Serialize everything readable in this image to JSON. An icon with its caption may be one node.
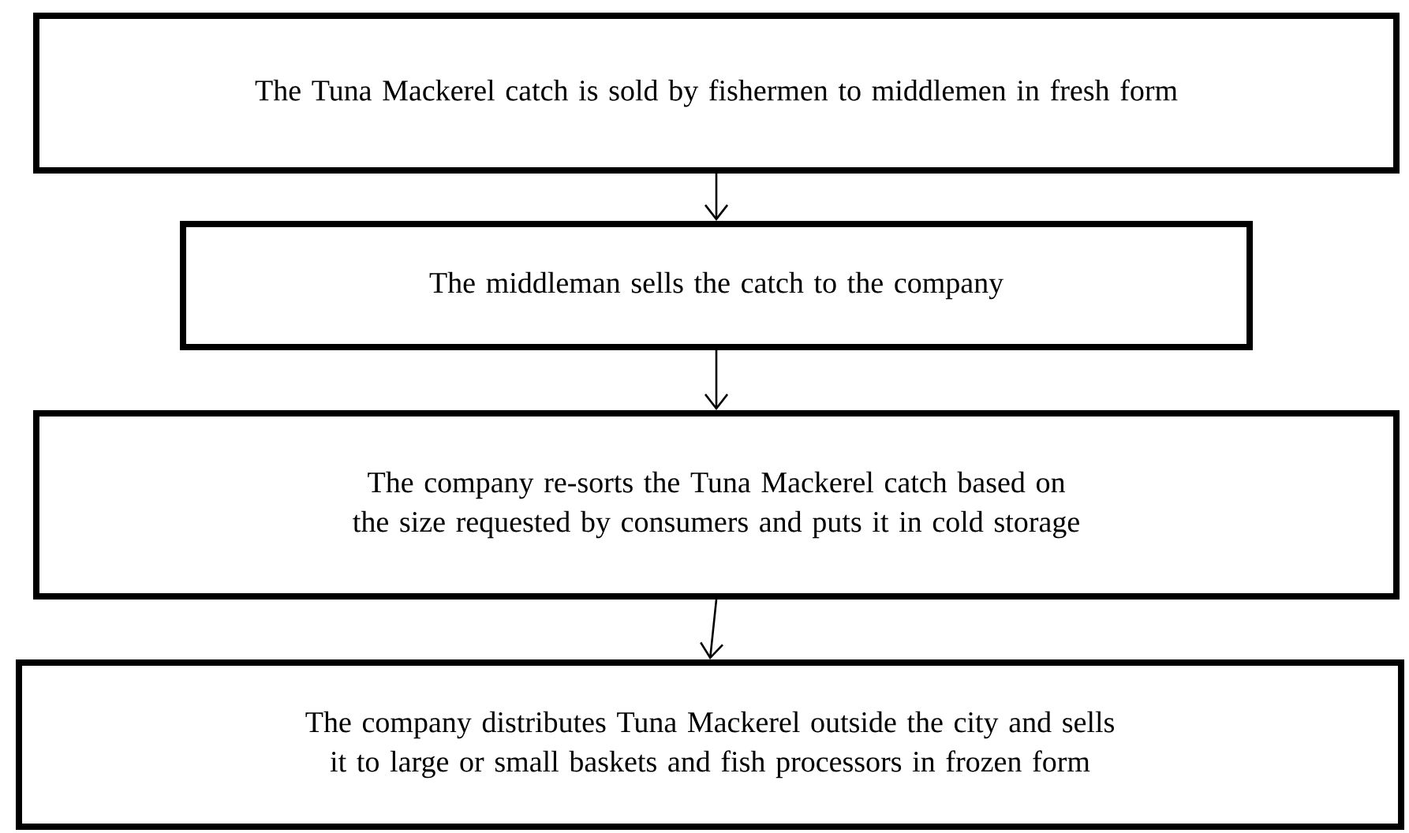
{
  "diagram": {
    "nodes": [
      {
        "text": [
          "The Tuna Mackerel catch is sold by fishermen to middlemen in fresh form"
        ]
      },
      {
        "text": [
          "The middleman sells the catch to the company"
        ]
      },
      {
        "text": [
          "The company re-sorts the Tuna Mackerel catch based on the size requested by consumers and puts it in cold storage"
        ]
      },
      {
        "text": [
          "The company distributes Tuna Mackerel outside the city and sells it to large or small baskets and fish processors in frozen form"
        ]
      }
    ],
    "edges": [
      {
        "from": 0,
        "to": 1,
        "arrow": "to"
      },
      {
        "from": 1,
        "to": 2,
        "arrow": "to"
      },
      {
        "from": 2,
        "to": 3,
        "arrow": "to"
      }
    ]
  }
}
